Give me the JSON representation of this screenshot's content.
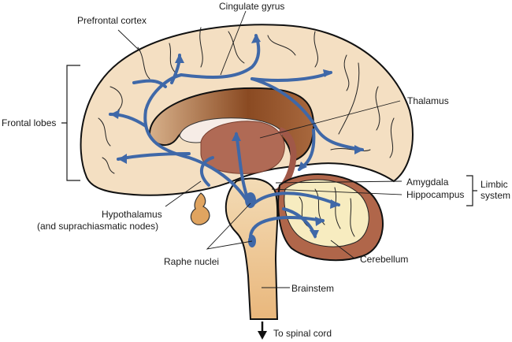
{
  "title": "Serotonergic pathways of the brain (sagittal view)",
  "colors": {
    "cortex": "#f4dfc2",
    "corpus_callosum": "#a8683e",
    "thalamus": "#b06a55",
    "brainstem": "#efcb98",
    "cerebellum_inner": "#f7ecc0",
    "cerebellum_outer": "#b0664a",
    "pituitary": "#e0a460",
    "pathway": "#3f68a8",
    "outline": "#111111"
  },
  "labels": {
    "cingulate_gyrus": "Cingulate gyrus",
    "prefrontal_cortex": "Prefrontal cortex",
    "frontal_lobes": "Frontal lobes",
    "thalamus": "Thalamus",
    "amygdala": "Amygdala",
    "hippocampus": "Hippocampus",
    "limbic_system_line1": "Limbic",
    "limbic_system_line2": "system",
    "hypothalamus_line1": "Hypothalamus",
    "hypothalamus_line2": "(and suprachiasmatic nodes)",
    "raphe_nuclei": "Raphe nuclei",
    "cerebellum": "Cerebellum",
    "brainstem": "Brainstem",
    "to_spinal_cord": "To spinal cord"
  }
}
